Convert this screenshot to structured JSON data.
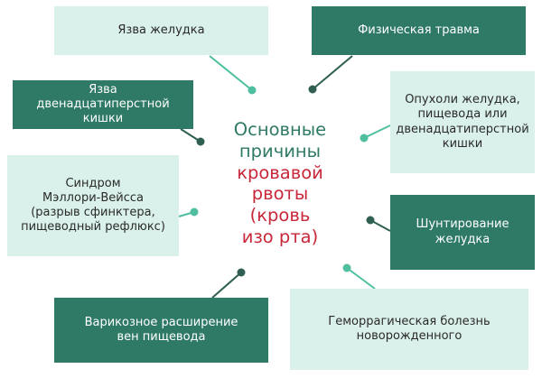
{
  "colors": {
    "dark_box": "#2f7a66",
    "light_box": "#daf0ea",
    "center_green": "#2f7a66",
    "center_red": "#c8283a"
  },
  "center": {
    "line1": "Основные",
    "line2": "причины",
    "line3": "кровавой",
    "line4": "рвоты (кровь",
    "line5": "изо рта)"
  },
  "causes": {
    "stomach_ulcer": "Язва желудка",
    "physical_trauma": "Физическая травма",
    "duodenal_ulcer": "Язва\nдвенадцатиперстной\nкишки",
    "tumors": "Опухоли желудка,\nпищевода или\nдвенадцатиперстной\nкишки",
    "mallory_weiss": "Синдром\nМэллори-Вейсса\n(разрыв сфинктера,\nпищеводный рефлюкс)",
    "gastric_bypass": "Шунтирование\nжелудка",
    "varicose_veins": "Варикозное расширение\nвен пищевода",
    "hemorrhagic_disease": "Геморрагическая болезнь\nноворожденного"
  }
}
